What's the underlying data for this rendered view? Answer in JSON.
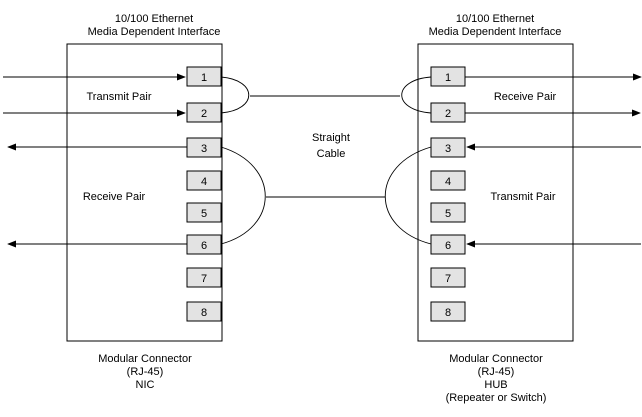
{
  "nic": {
    "interface_title_line1": "10/100 Ethernet",
    "interface_title_line2": "Media Dependent Interface",
    "pins": [
      "1",
      "2",
      "3",
      "4",
      "5",
      "6",
      "7",
      "8"
    ],
    "transmit_label": "Transmit Pair",
    "receive_label": "Receive Pair",
    "caption_line1": "Modular Connector",
    "caption_line2": "(RJ-45)",
    "caption_line3": "NIC"
  },
  "hub": {
    "interface_title_line1": "10/100 Ethernet",
    "interface_title_line2": "Media Dependent Interface",
    "pins": [
      "1",
      "2",
      "3",
      "4",
      "5",
      "6",
      "7",
      "8"
    ],
    "receive_label": "Receive Pair",
    "transmit_label": "Transmit Pair",
    "caption_line1": "Modular Connector",
    "caption_line2": "(RJ-45)",
    "caption_line3": "HUB",
    "caption_line4": "(Repeater or Switch)"
  },
  "cable": {
    "label_line1": "Straight",
    "label_line2": "Cable"
  }
}
